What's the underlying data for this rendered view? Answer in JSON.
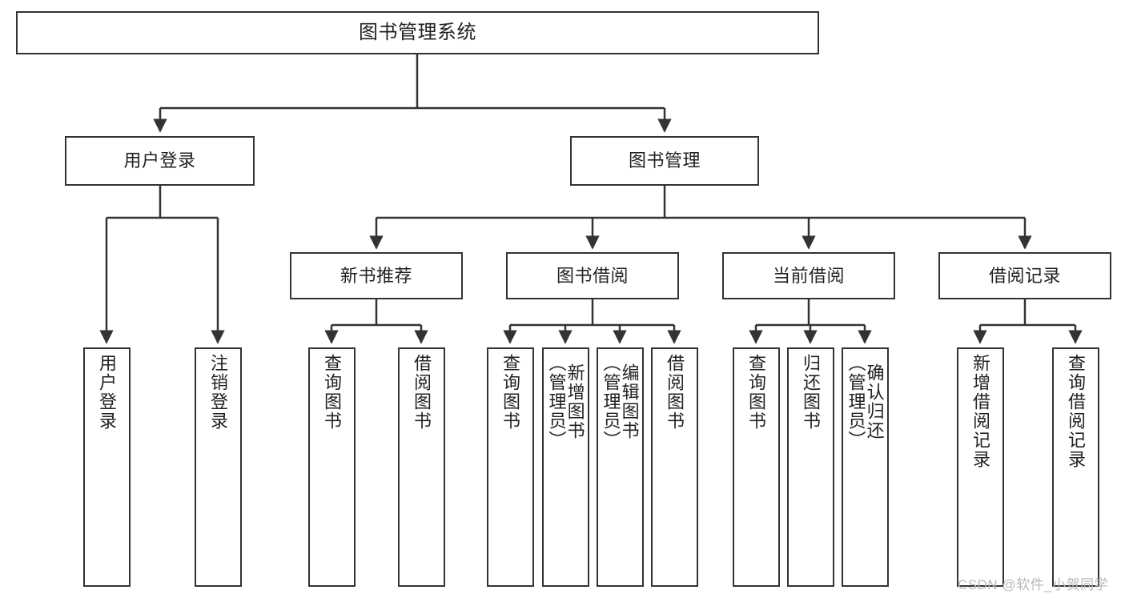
{
  "title": "图书管理系统",
  "watermark": "CSDN @软件_小贺同学",
  "colors": {
    "box_border": "#333333",
    "box_fill": "#ffffff",
    "edge": "#333333",
    "text": "#222222",
    "watermark": "#b9b9b9"
  },
  "nodes": {
    "root": {
      "label": "图书管理系统"
    },
    "level1": [
      {
        "label": "用户登录"
      },
      {
        "label": "图书管理"
      }
    ],
    "level2": [
      {
        "label": "新书推荐"
      },
      {
        "label": "图书借阅"
      },
      {
        "label": "当前借阅"
      },
      {
        "label": "借阅记录"
      }
    ],
    "leaves": {
      "user_login": [
        {
          "label": "用户登录"
        },
        {
          "label": "注销登录"
        }
      ],
      "new_book_recommend": [
        {
          "label": "查询图书"
        },
        {
          "label": "借阅图书"
        }
      ],
      "book_borrow": [
        {
          "label": "查询图书"
        },
        {
          "label": "新增图书\n（管理员）"
        },
        {
          "label": "编辑图书\n（管理员）"
        },
        {
          "label": "借阅图书"
        }
      ],
      "current_borrow": [
        {
          "label": "查询图书"
        },
        {
          "label": "归还图书"
        },
        {
          "label": "确认归还\n（管理员）"
        }
      ],
      "borrow_records": [
        {
          "label": "新增借阅记录"
        },
        {
          "label": "查询借阅记录"
        }
      ]
    }
  }
}
